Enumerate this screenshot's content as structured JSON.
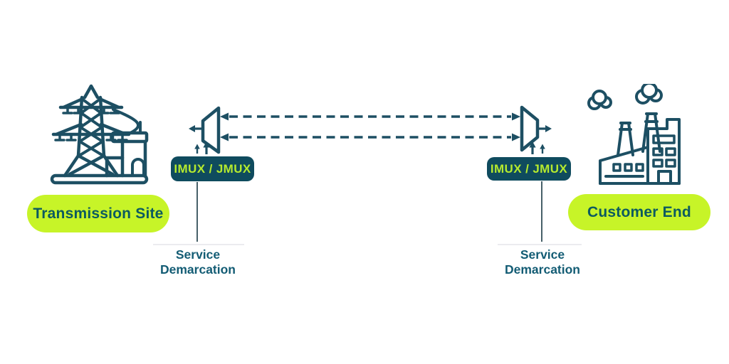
{
  "colors": {
    "icon_teal": "#1d4f63",
    "mux_box_teal": "#0f4b5e",
    "pill_lime": "#c7f428",
    "imux_text_lime": "#b5ea2e",
    "pill_text_teal": "#0c5a60",
    "demarcation_text_teal": "#135c74"
  },
  "left_endpoint": {
    "site_label": "Transmission Site",
    "mux_label": "IMUX / JMUX",
    "demarcation_label": "Service Demarcation"
  },
  "right_endpoint": {
    "site_label": "Customer End",
    "mux_label": "IMUX / JMUX",
    "demarcation_label": "Service Demarcation"
  },
  "link": {
    "style": "dashed",
    "lines": 2,
    "direction": "bidirectional"
  }
}
